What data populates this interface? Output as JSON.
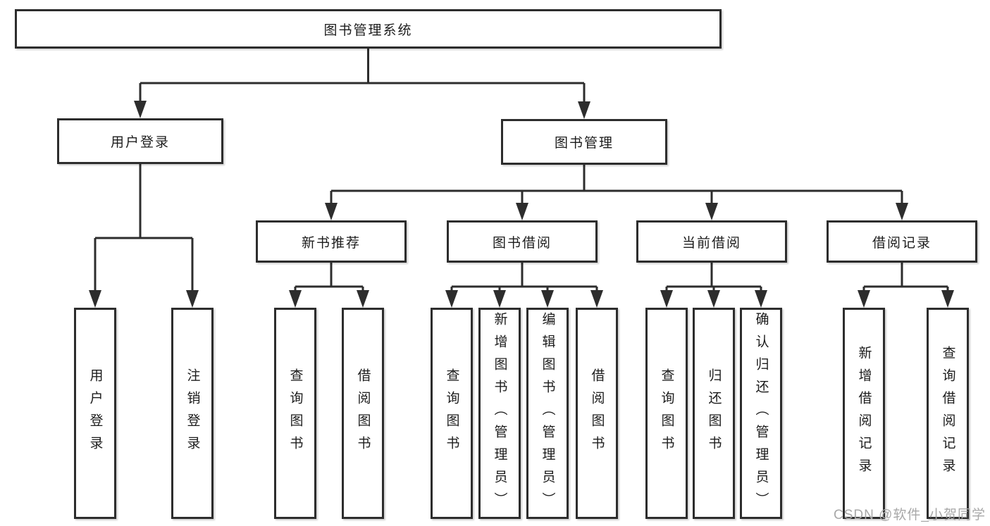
{
  "diagram_title": "图书管理系统",
  "watermark": "CSDN @软件_小贺同学",
  "colors": {
    "line": "#2d2d2d",
    "box_border": "#2d2d2d",
    "text": "#1c1c1c",
    "watermark": "#a8a8a8",
    "background": "#ffffff"
  },
  "tree": {
    "root": {
      "label": "图书管理系统"
    },
    "branches": [
      {
        "label": "用户登录",
        "leaves": [
          "用户登录",
          "注销登录"
        ]
      },
      {
        "label": "图书管理",
        "groups": [
          {
            "label": "新书推荐",
            "leaves": [
              "查询图书",
              "借阅图书"
            ]
          },
          {
            "label": "图书借阅",
            "leaves": [
              "查询图书",
              "新增图书（管理员）",
              "编辑图书（管理员）",
              "借阅图书"
            ]
          },
          {
            "label": "当前借阅",
            "leaves": [
              "查询图书",
              "归还图书",
              "确认归还（管理员）"
            ]
          },
          {
            "label": "借阅记录",
            "leaves": [
              "新增借阅记录",
              "查询借阅记录"
            ]
          }
        ]
      }
    ]
  }
}
